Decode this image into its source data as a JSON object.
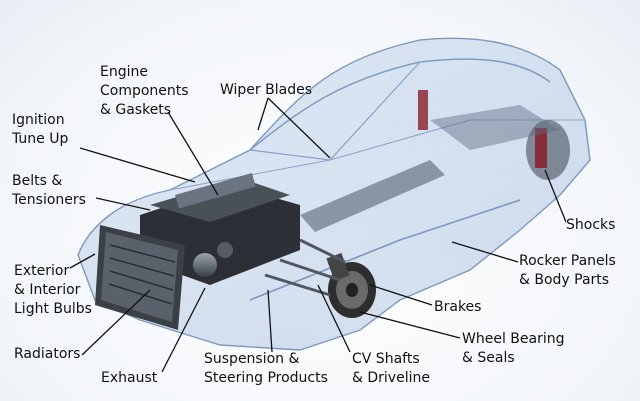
{
  "diagram": {
    "labels": {
      "engine": "Engine\nComponents\n& Gaskets",
      "wiper": "Wiper Blades",
      "ignition": "Ignition\nTune Up",
      "belts": "Belts &\nTensioners",
      "lights": "Exterior\n& Interior\nLight Bulbs",
      "radiators": "Radiators",
      "exhaust": "Exhaust",
      "suspension": "Suspension &\nSteering Products",
      "cv": "CV Shafts\n& Driveline",
      "wheel": "Wheel Bearing\n& Seals",
      "brakes": "Brakes",
      "rocker": "Rocker Panels\n& Body Parts",
      "shocks": "Shocks"
    },
    "colors": {
      "leader_line": "#111111",
      "body_glass": "#b9cde6",
      "body_edge": "#6f8fb8",
      "engine_dark": "#2c2f35",
      "brake_disc": "#3a3a3a",
      "spring_red": "#8a1f2a"
    }
  }
}
